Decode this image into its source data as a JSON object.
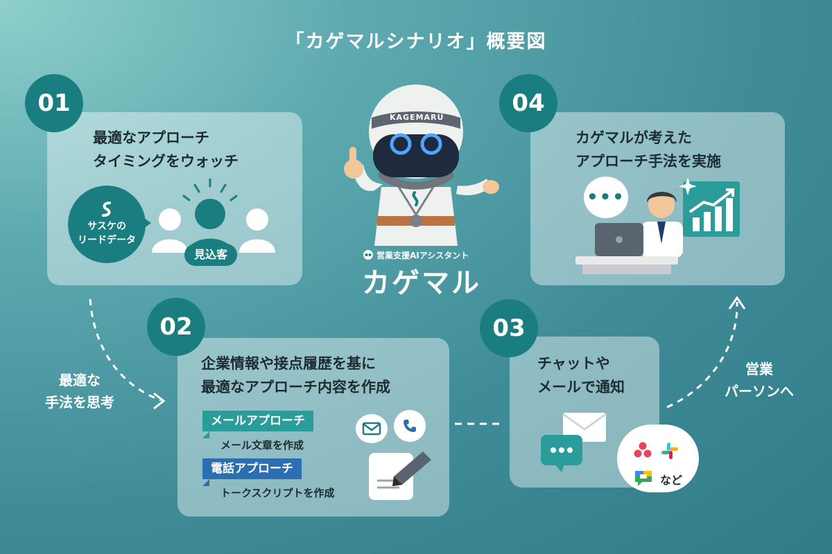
{
  "title": "「カゲマルシナリオ」概要図",
  "steps": [
    {
      "number": "01",
      "line1": "最適なアプローチ",
      "line2": "タイミングをウォッチ"
    },
    {
      "number": "02",
      "line1": "企業情報や接点履歴を基に",
      "line2": "最適なアプローチ内容を作成"
    },
    {
      "number": "03",
      "line1": "チャットや",
      "line2": "メールで通知"
    },
    {
      "number": "04",
      "line1": "カゲマルが考えた",
      "line2": "アプローチ手法を実施"
    }
  ],
  "step1": {
    "source_line1": "サスケの",
    "source_line2": "リードデータ",
    "prospect_label": "見込客"
  },
  "step2": {
    "mail_tag": "メールアプローチ",
    "mail_desc": "メール文章を作成",
    "phone_tag": "電話アプローチ",
    "phone_desc": "トークスクリプトを作成"
  },
  "step3": {
    "etc_label": "など"
  },
  "side_left": {
    "line1": "最適な",
    "line2": "手法を思考"
  },
  "side_right": {
    "line1": "営業",
    "line2": "パーソンへ"
  },
  "mascot": {
    "headband": "KAGEMARU",
    "subtitle": "営業支援AIアシスタント",
    "name": "カゲマル"
  },
  "colors": {
    "teal": "#1a7e80",
    "mail_tag": "#2a9d9a",
    "phone_tag": "#2c6fb0"
  },
  "icons": [
    "mail-icon",
    "phone-icon",
    "pen-icon",
    "envelope-icon",
    "chat-icon",
    "slack-icon",
    "google-chat-icon",
    "chart-icon",
    "laptop-icon"
  ]
}
